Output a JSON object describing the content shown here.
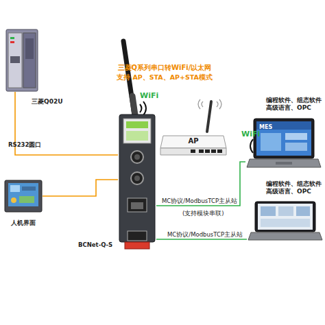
{
  "diagram": {
    "title": "三菱Q系列串口转WiFi/以太网",
    "nodes": [
      {
        "text": [
          "三菱Q02U"
        ]
      },
      {
        "text": [
          "BCNet-Q-S"
        ]
      },
      {
        "text": [
          "人机界面"
        ]
      },
      {
        "text": [
          "AP"
        ]
      },
      {
        "text": [
          "编程软件、组态软件 高级语言、OPC"
        ]
      },
      {
        "text": [
          "编程软件、组态软件 高级语言、OPC"
        ]
      }
    ],
    "edges": [
      {
        "from": 0,
        "to": 1,
        "label": "RS232圆口",
        "arrow": "none"
      },
      {
        "from": 2,
        "to": 1,
        "arrow": "none"
      },
      {
        "from": 1,
        "to": 4,
        "label": "MC协议/ModbusTCP主从站",
        "arrow": "none"
      },
      {
        "from": 1,
        "to": 5,
        "label": "MC协议/ModbusTCP主从站",
        "arrow": "none"
      }
    ],
    "labels": [
      "支持 AP、STA、AP+STA模式",
      "WiFi",
      "WiFi",
      "(支持模块串联)",
      "MES"
    ]
  }
}
